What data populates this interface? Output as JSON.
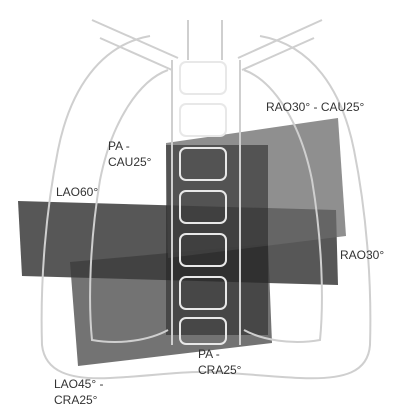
{
  "labels": {
    "ra030_cau25": "RAO30° - CAU25°",
    "pa_cau25_line1": "PA -",
    "pa_cau25_line2": "CAU25°",
    "lao60": "LAO60°",
    "rao30": "RAO30°",
    "pa_cra25_line1": "PA -",
    "pa_cra25_line2": "CRA25°",
    "lao45_cra25_line1": "LAO45° -",
    "lao45_cra25_line2": "CRA25°"
  },
  "colors": {
    "background": "#ffffff",
    "outline": "#cfcfcf",
    "field_dark": "#2a2a2a",
    "field_mid": "#5a5a5a",
    "field_light": "#7a7a7a",
    "vertebra": "#e8e8e8"
  }
}
